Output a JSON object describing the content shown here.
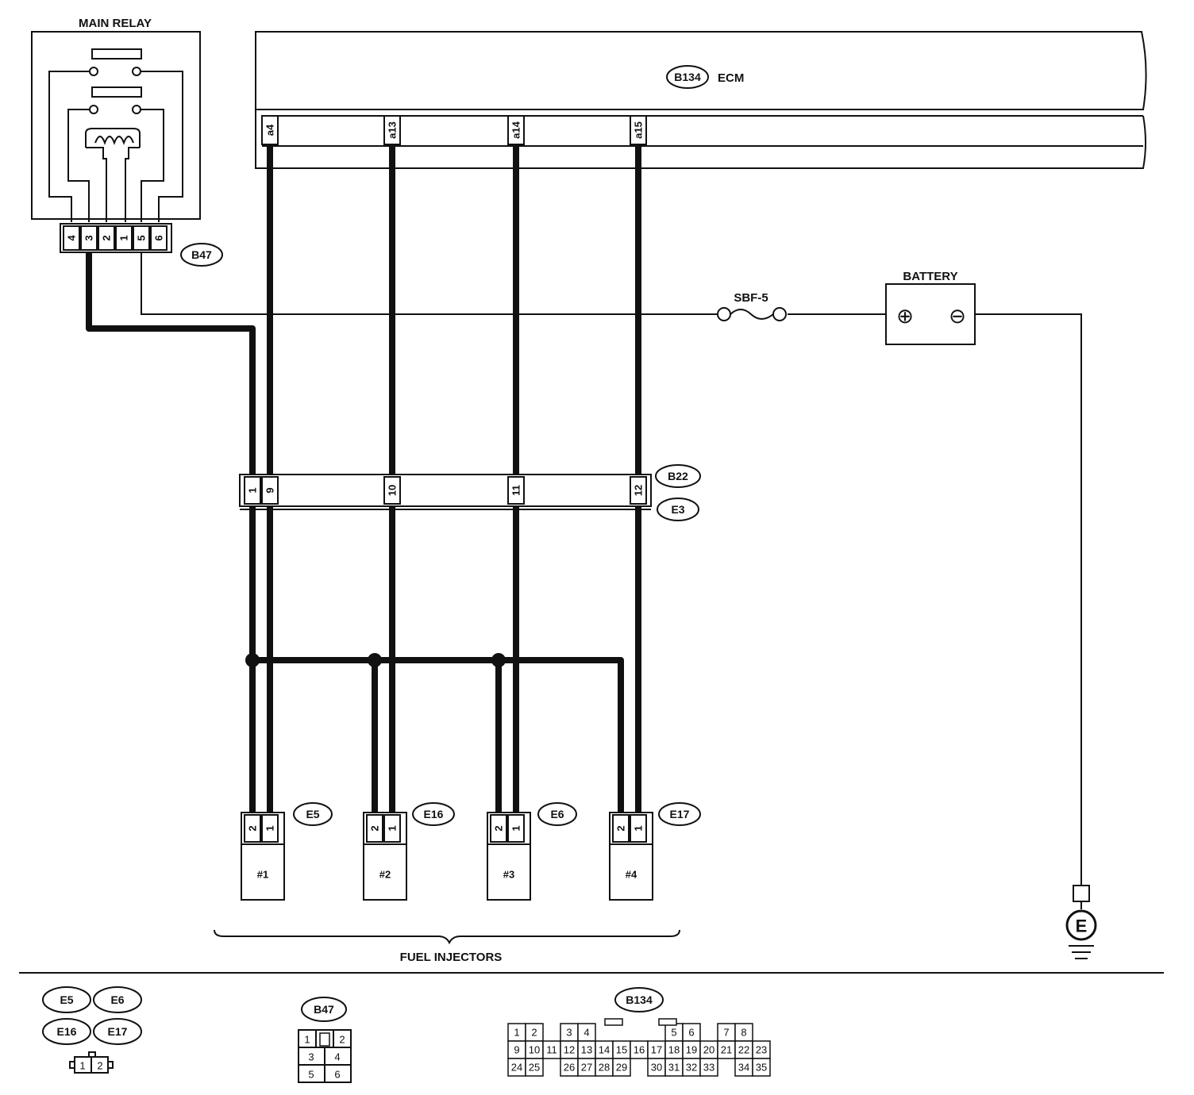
{
  "labels": {
    "main_relay": "MAIN RELAY",
    "ecm": "ECM",
    "battery": "BATTERY",
    "fuse": "SBF-5",
    "fuel_injectors": "FUEL INJECTORS",
    "ground": "E"
  },
  "connector_ids": {
    "ecm": "B134",
    "relay": "B47",
    "joint_upper": "B22",
    "joint_lower": "E3",
    "inj1": "E5",
    "inj2": "E16",
    "inj3": "E6",
    "inj4": "E17"
  },
  "relay_pins": [
    "4",
    "3",
    "2",
    "1",
    "5",
    "6"
  ],
  "ecm_pins": [
    "a4",
    "a13",
    "a14",
    "a15"
  ],
  "joint_pins": [
    "1",
    "9",
    "10",
    "11",
    "12"
  ],
  "injectors": [
    {
      "id": "E5",
      "name": "#1",
      "pins": [
        "2",
        "1"
      ]
    },
    {
      "id": "E16",
      "name": "#2",
      "pins": [
        "2",
        "1"
      ]
    },
    {
      "id": "E6",
      "name": "#3",
      "pins": [
        "2",
        "1"
      ]
    },
    {
      "id": "E17",
      "name": "#4",
      "pins": [
        "2",
        "1"
      ]
    }
  ],
  "battery_terminals": {
    "plus": "⊕",
    "minus": "⊖"
  },
  "legend": {
    "injector_ids": [
      "E5",
      "E6",
      "E16",
      "E17"
    ],
    "injector_pins": [
      "1",
      "2"
    ],
    "relay_id": "B47",
    "relay_layout": [
      [
        "1",
        "",
        "2"
      ],
      [
        "3",
        "4"
      ],
      [
        "5",
        "6"
      ]
    ],
    "ecm_id": "B134",
    "ecm_rows": [
      [
        "1",
        "2",
        "",
        "3",
        "4",
        "",
        "",
        "",
        "",
        "5",
        "6",
        "",
        "7",
        "8"
      ],
      [
        "9",
        "10",
        "11",
        "12",
        "13",
        "14",
        "15",
        "16",
        "17",
        "18",
        "19",
        "20",
        "21",
        "22",
        "23"
      ],
      [
        "24",
        "25",
        "",
        "26",
        "27",
        "28",
        "29",
        "",
        "30",
        "31",
        "32",
        "33",
        "",
        "34",
        "35"
      ]
    ]
  }
}
